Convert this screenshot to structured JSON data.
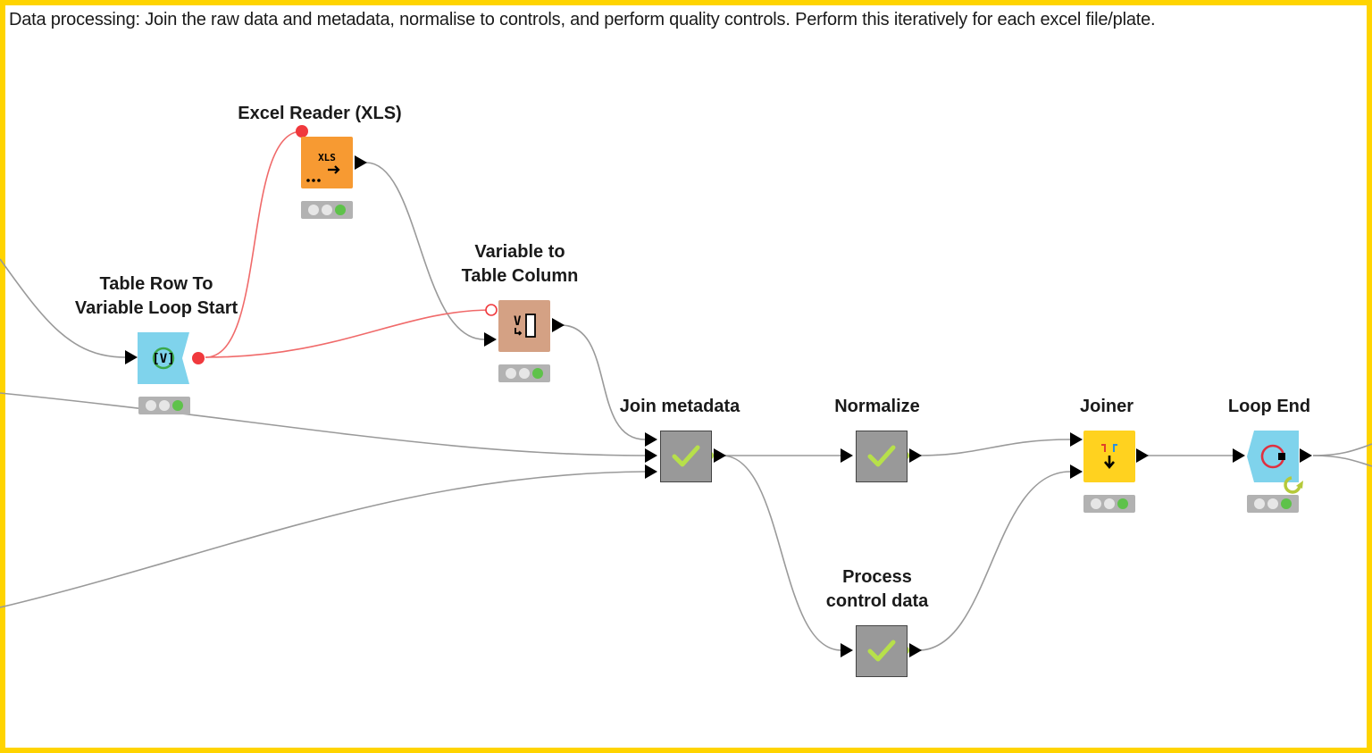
{
  "annotation": {
    "text": "Data processing: Join the raw data and metadata, normalise to controls, and perform quality controls. Perform this iteratively for each excel file/plate.",
    "border_color": "#ffd400"
  },
  "nodes": {
    "excel_reader": {
      "label": "Excel Reader (XLS)",
      "icon": "xls-reader-icon",
      "icon_text": "XLS",
      "color": "#f79a32",
      "status": "executed"
    },
    "table_row_loop_start": {
      "label": "Table Row To\nVariable Loop Start",
      "icon": "loop-start-variable-icon",
      "color": "#7fd3ec",
      "status": "executed"
    },
    "variable_to_table_column": {
      "label": "Variable to\nTable Column",
      "icon": "variable-to-column-icon",
      "color": "#d4a184",
      "status": "executed"
    },
    "join_metadata": {
      "label": "Join metadata",
      "icon": "checkmark-icon",
      "color": "#999999"
    },
    "normalize": {
      "label": "Normalize",
      "icon": "checkmark-icon",
      "color": "#999999"
    },
    "process_control_data": {
      "label": "Process\ncontrol data",
      "icon": "checkmark-icon",
      "color": "#999999"
    },
    "joiner": {
      "label": "Joiner",
      "icon": "joiner-icon",
      "color": "#ffd21f",
      "status": "executed"
    },
    "loop_end": {
      "label": "Loop End",
      "icon": "loop-end-icon",
      "color": "#7fd3ec",
      "status": "executed"
    }
  },
  "colors": {
    "data_wire": "#9a9a9a",
    "variable_wire": "#f06a6a",
    "variable_port": "#f0393d",
    "status_green": "#5ec24a",
    "check_green": "#b7e04a"
  }
}
